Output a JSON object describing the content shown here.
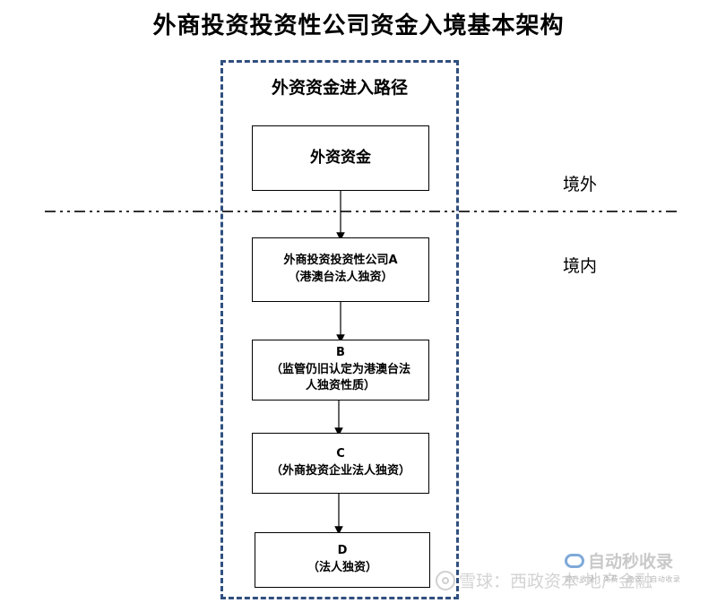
{
  "title": "外商投资投资性公司资金入境基本架构",
  "frame": {
    "title": "外资资金进入路径"
  },
  "boxes": {
    "source": {
      "line1": "外资资金"
    },
    "a": {
      "line1": "外商投资投资性公司A",
      "line2": "（港澳台法人独资）"
    },
    "b": {
      "line1": "B",
      "line2": "（监管仍旧认定为港澳台法",
      "line3": "人独资性质）"
    },
    "c": {
      "line1": "C",
      "line2": "（外商投资企业法人独资）"
    },
    "d": {
      "line1": "D",
      "line2": "（法人独资）"
    }
  },
  "regions": {
    "outside": "境外",
    "inside": "境内"
  },
  "watermarks": {
    "left": "雪球：西政资本-地产金融",
    "logo": "自动秒收录",
    "logo_sub": "提升收录 · 免费 · 高效 · 自动收录"
  },
  "colors": {
    "frame_border": "#2f4f7f",
    "divider": "#333333"
  }
}
